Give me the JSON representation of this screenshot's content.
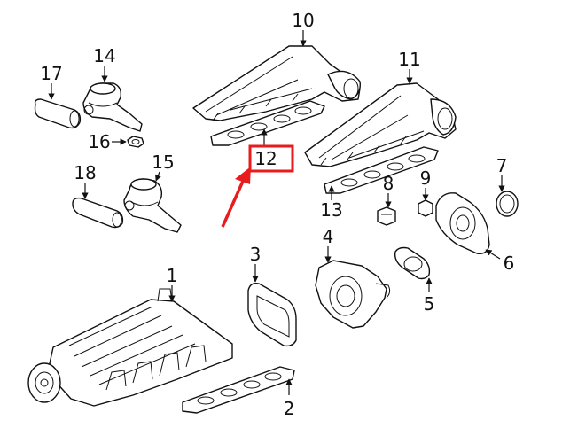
{
  "callouts": {
    "c1": "1",
    "c2": "2",
    "c3": "3",
    "c4": "4",
    "c5": "5",
    "c6": "6",
    "c7": "7",
    "c8": "8",
    "c9": "9",
    "c10": "10",
    "c11": "11",
    "c12": "12",
    "c13": "13",
    "c14": "14",
    "c15": "15",
    "c16": "16",
    "c17": "17",
    "c18": "18"
  },
  "colors": {
    "line": "#111111",
    "highlight": "#e81c1c",
    "background": "#ffffff"
  }
}
